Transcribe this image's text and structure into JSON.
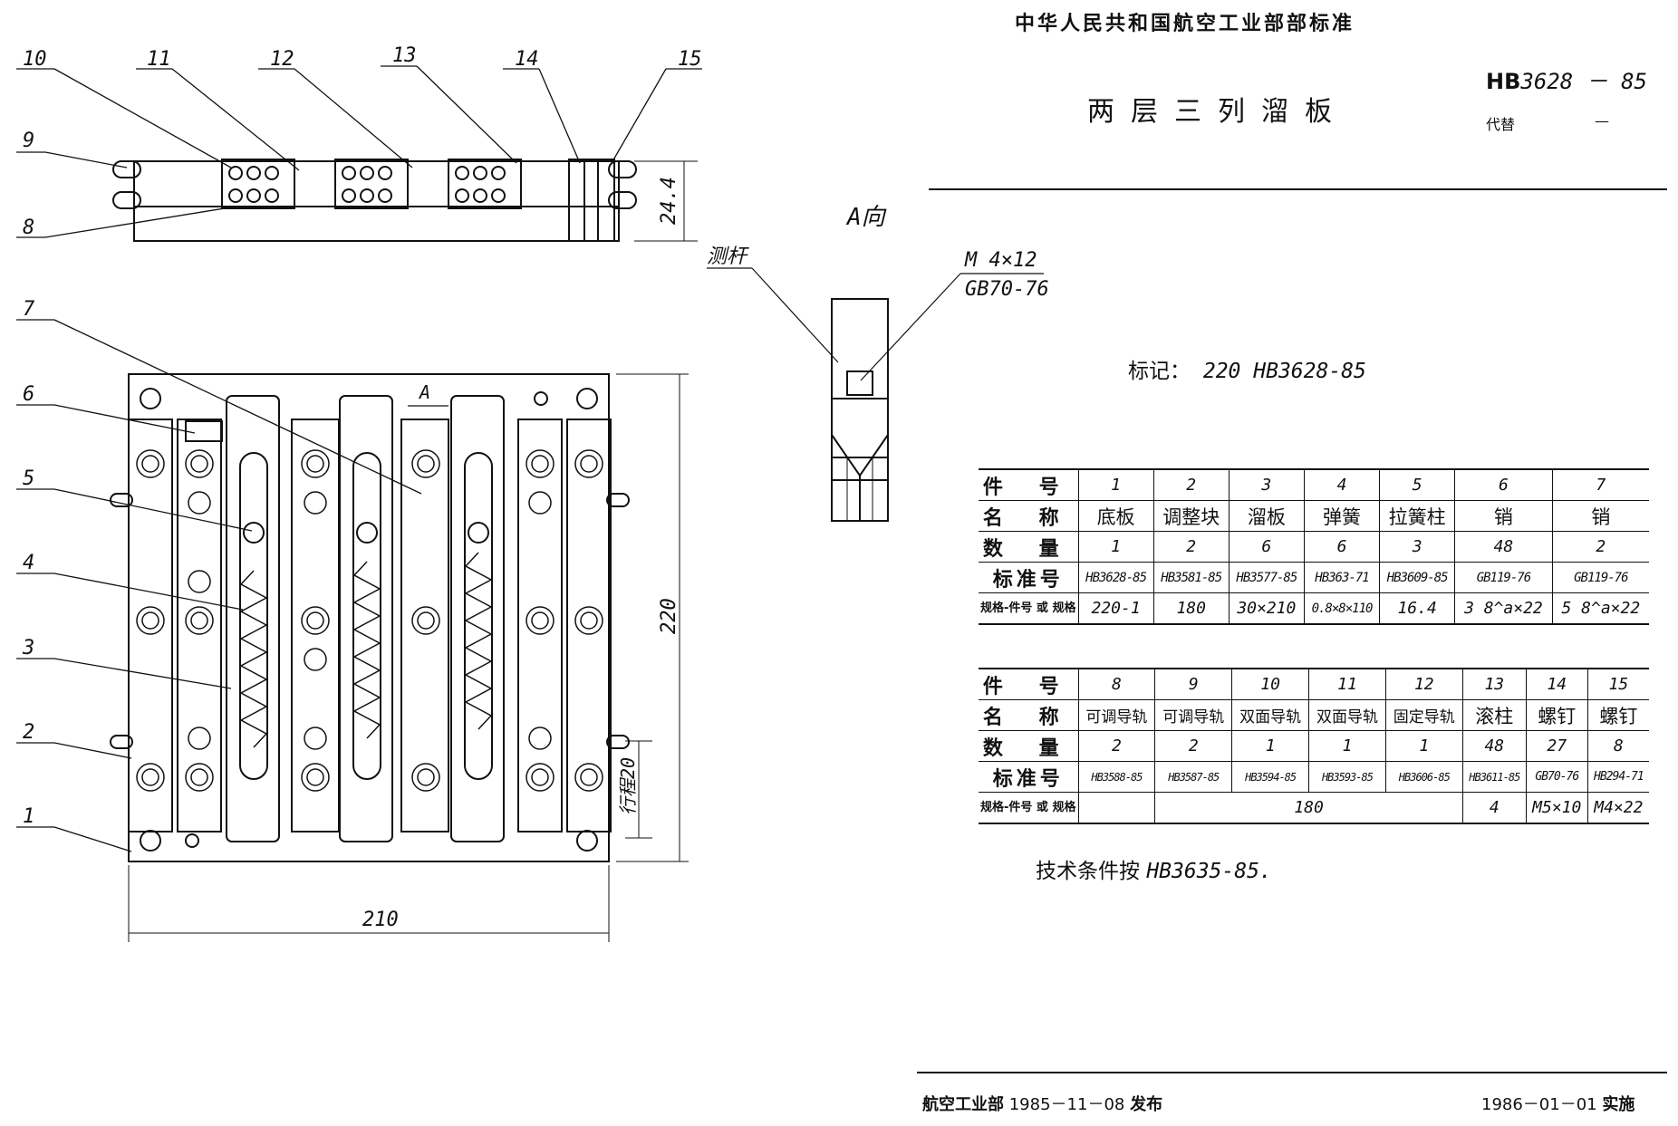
{
  "header": {
    "organization": "中华人民共和国航空工业部部标准",
    "title": "两层三列溜板",
    "std_prefix": "HB",
    "std_number": "3628 － 85",
    "replaces_label": "代替",
    "replaces_value": "—"
  },
  "drawing": {
    "callouts": [
      "1",
      "2",
      "3",
      "4",
      "5",
      "6",
      "7",
      "8",
      "9",
      "10",
      "11",
      "12",
      "13",
      "14",
      "15"
    ],
    "dim_height_top": "24.4",
    "dim_height_main": "220",
    "dim_width": "210",
    "dim_travel": "行程20",
    "view_marker": "A",
    "view_a_title": "A向",
    "probe_label": "测杆",
    "screw_spec_1": "M 4×12",
    "screw_spec_2": "GB70-76"
  },
  "marking": {
    "label": "标记：",
    "value": "220  HB3628-85"
  },
  "table1": {
    "row_labels": [
      "件 号",
      "名 称",
      "数 量",
      "标准号",
      "规格-件号 或 规格"
    ],
    "columns": [
      {
        "no": "1",
        "name": "底板",
        "qty": "1",
        "std": "HB3628-85",
        "spec": "220-1"
      },
      {
        "no": "2",
        "name": "调整块",
        "qty": "2",
        "std": "HB3581-85",
        "spec": "180"
      },
      {
        "no": "3",
        "name": "溜板",
        "qty": "6",
        "std": "HB3577-85",
        "spec": "30×210"
      },
      {
        "no": "4",
        "name": "弹簧",
        "qty": "6",
        "std": "HB363-71",
        "spec": "0.8×8×110"
      },
      {
        "no": "5",
        "name": "拉簧柱",
        "qty": "3",
        "std": "HB3609-85",
        "spec": "16.4"
      },
      {
        "no": "6",
        "name": "销",
        "qty": "48",
        "std": "GB119-76",
        "spec": "3 8^a×22"
      },
      {
        "no": "7",
        "name": "销",
        "qty": "2",
        "std": "GB119-76",
        "spec": "5 8^a×22"
      }
    ]
  },
  "table2": {
    "row_labels": [
      "件 号",
      "名 称",
      "数 量",
      "标准号",
      "规格-件号 或 规格"
    ],
    "columns": [
      {
        "no": "8",
        "name": "可调导轨",
        "qty": "2",
        "std": "HB3588-85",
        "spec": ""
      },
      {
        "no": "9",
        "name": "可调导轨",
        "qty": "2",
        "std": "HB3587-85",
        "spec": ""
      },
      {
        "no": "10",
        "name": "双面导轨",
        "qty": "1",
        "std": "HB3594-85",
        "spec": ""
      },
      {
        "no": "11",
        "name": "双面导轨",
        "qty": "1",
        "std": "HB3593-85",
        "spec": ""
      },
      {
        "no": "12",
        "name": "固定导轨",
        "qty": "1",
        "std": "HB3606-85",
        "spec": ""
      },
      {
        "no": "13",
        "name": "滚柱",
        "qty": "48",
        "std": "HB3611-85",
        "spec": "4"
      },
      {
        "no": "14",
        "name": "螺钉",
        "qty": "27",
        "std": "GB70-76",
        "spec": "M5×10"
      },
      {
        "no": "15",
        "name": "螺钉",
        "qty": "8",
        "std": "HB294-71",
        "spec": "M4×22"
      }
    ],
    "merged_spec": "180"
  },
  "tech_conditions": {
    "label": "技术条件按",
    "value": "HB3635-85."
  },
  "footer": {
    "issuer": "航空工业部",
    "issue_date": "1985－11－08",
    "issue_word": "发布",
    "effective_date": "1986－01－01",
    "effective_word": "实施"
  }
}
